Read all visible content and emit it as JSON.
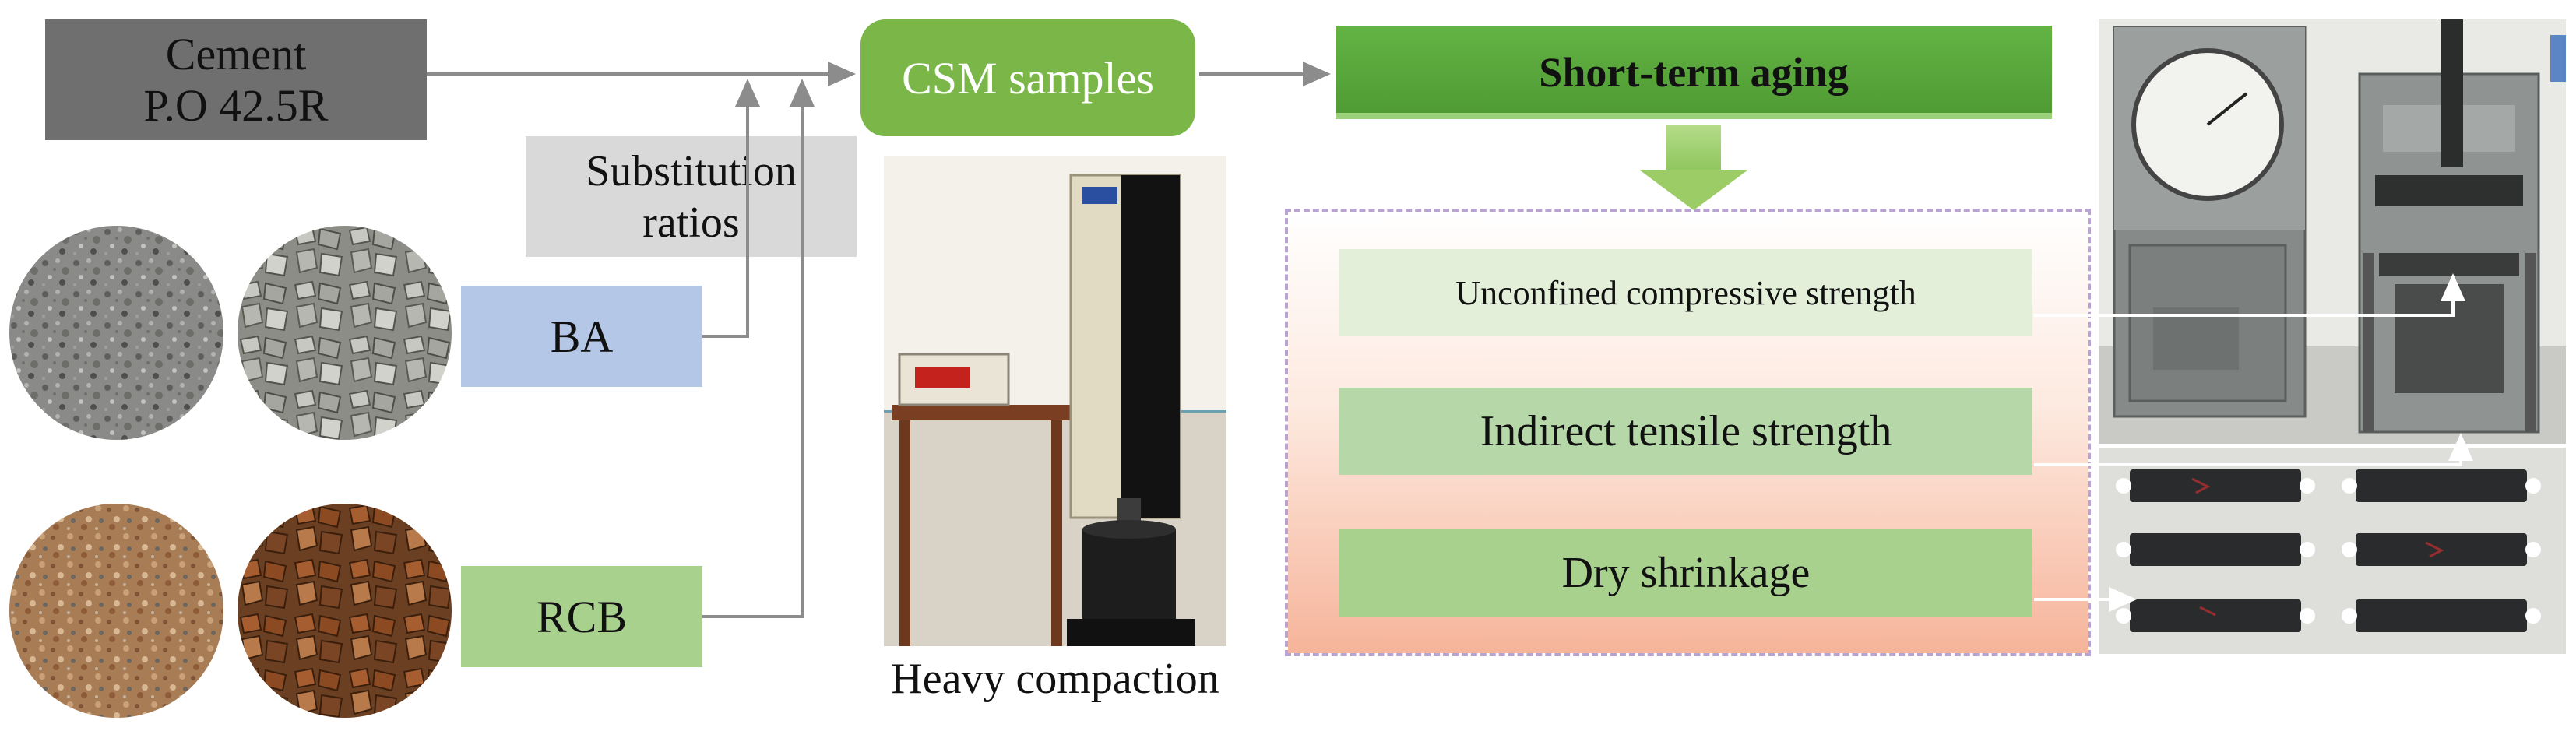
{
  "colors": {
    "cement_box": "#6f6f6f",
    "green_button": "#7ab648",
    "green_header": "#5aa63c",
    "light_green": "#b6d7a8",
    "pale_green": "#e3efd9",
    "blue_box": "#b4c7e7",
    "arrow_gray": "#8c8c8c",
    "arrow_green": "#9ccc65",
    "panel_border": "#b9a3d0"
  },
  "cement": {
    "line1": "Cement",
    "line2": "P.O 42.5R"
  },
  "substitution": {
    "line1": "Substitution",
    "line2": "ratios"
  },
  "materials": {
    "ba": "BA",
    "rcb": "RCB"
  },
  "csm": {
    "label": "CSM samples"
  },
  "compaction": {
    "caption": "Heavy compaction"
  },
  "aging": {
    "label": "Short-term aging"
  },
  "tests": {
    "ucs": "Unconfined compressive strength",
    "its": "Indirect tensile strength",
    "dry": "Dry shrinkage"
  },
  "icons": {
    "ba_fine": "gray-aggregate-photo",
    "ba_coarse": "gray-coarse-aggregate-photo",
    "rcb_fine": "brick-fine-aggregate-photo",
    "rcb_coarse": "brick-coarse-aggregate-photo",
    "compactor": "compaction-machine-photo",
    "press": "testing-machine-photo",
    "beams": "shrinkage-beams-photo"
  }
}
